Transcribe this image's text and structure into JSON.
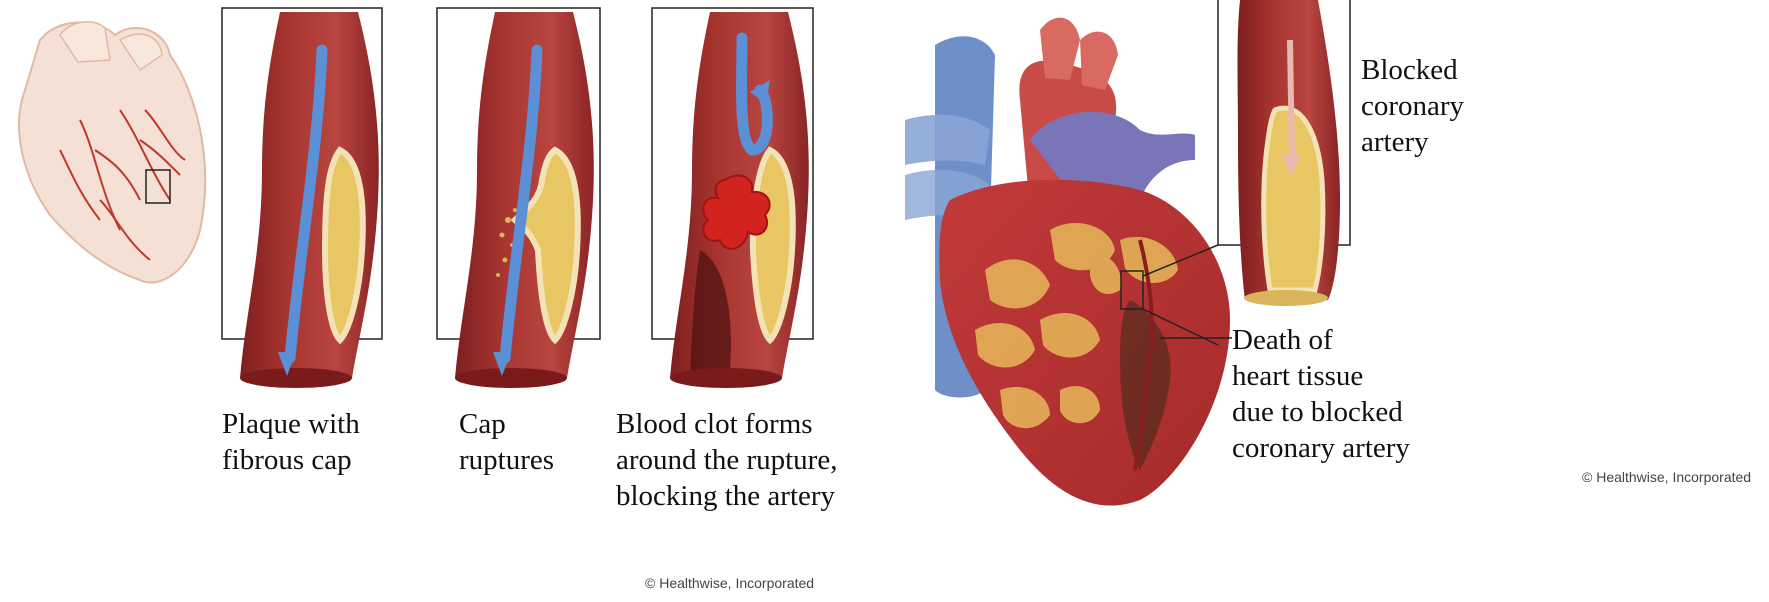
{
  "panels": [
    {
      "id": "panel-1",
      "caption": [
        "Plaque with",
        "fibrous cap"
      ]
    },
    {
      "id": "panel-2",
      "caption": [
        "Cap",
        "ruptures"
      ]
    },
    {
      "id": "panel-3",
      "caption": [
        "Blood clot forms",
        "around the rupture,",
        "blocking the artery"
      ]
    }
  ],
  "right": {
    "blocked_label": [
      "Blocked",
      "coronary",
      "artery"
    ],
    "death_label": [
      "Death of",
      "heart tissue",
      "due to blocked",
      "coronary artery"
    ]
  },
  "credits": {
    "left": "© Healthwise, Incorporated",
    "right": "© Healthwise, Incorporated"
  },
  "colors": {
    "artery_wall": "#9c2b2b",
    "artery_lumen": "#b33a36",
    "plaque": "#e6c46a",
    "flow_arrow": "#5b8fd6",
    "clot": "#d3231f",
    "vein": "#6f8fc9",
    "sketch_heart": "#f1d8c9"
  }
}
